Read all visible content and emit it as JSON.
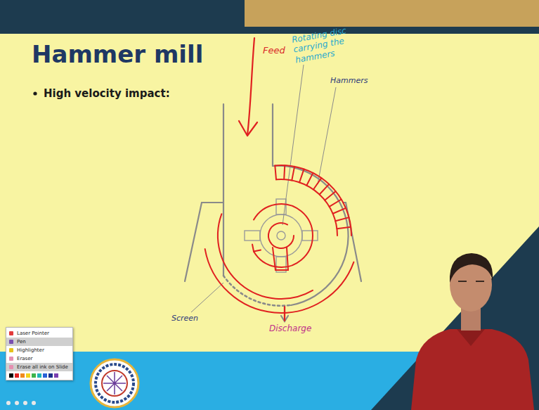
{
  "diagram": {
    "title": "Hammer mill",
    "nodes": [
      {
        "text": [
          "Laser Pointer",
          "Pen",
          "Highlighter",
          "Eraser",
          "Erase all ink on Slide"
        ]
      }
    ],
    "labels": [
      "High velocity impact:",
      "Feed",
      "Rotating disc carrying the hammers",
      "Hammers",
      "Screen",
      "Discharge"
    ]
  }
}
